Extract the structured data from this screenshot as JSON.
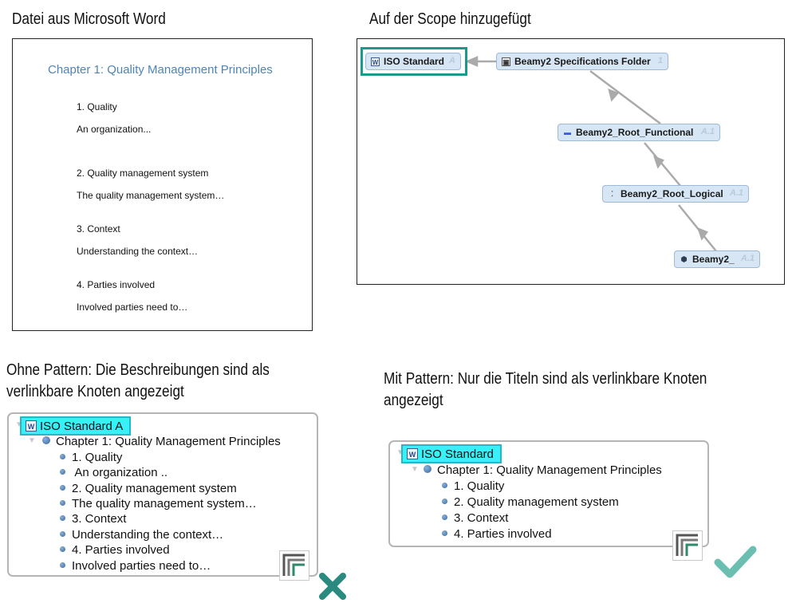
{
  "captions": {
    "word": "Datei aus Microsoft Word",
    "scope": "Auf der Scope hinzugefügt",
    "without_pattern_1": "Ohne Pattern: Die Beschreibungen sind als",
    "without_pattern_2": "verlinkbare Knoten angezeigt",
    "with_pattern_1": "Mit Pattern: Nur die Titeln sind als verlinkbare Knoten",
    "with_pattern_2": "angezeigt"
  },
  "word_doc": {
    "title": "Chapter 1: Quality Management Principles",
    "lines": [
      "1. Quality",
      "An organization...",
      "2. Quality management system",
      "The quality management system…",
      "3. Context",
      "Understanding the context…",
      "4. Parties involved",
      "Involved parties need to…"
    ]
  },
  "scope": {
    "nodes": [
      {
        "label": "ISO Standard",
        "tag": "A",
        "icon": "word-icon"
      },
      {
        "label": "Beamy2 Specifications Folder",
        "tag": "1",
        "icon": "folder-icon"
      },
      {
        "label": "Beamy2_Root_Functional",
        "tag": "A.1",
        "icon": "function-icon"
      },
      {
        "label": "Beamy2_Root_Logical",
        "tag": "A.1",
        "icon": "logical-icon"
      },
      {
        "label": "Beamy2_",
        "tag": "A.1",
        "icon": "cube-icon"
      }
    ],
    "highlight_color": "#1a9a8a",
    "edge_color": "#aaaaaa"
  },
  "tree_without": {
    "root": "ISO Standard A",
    "chapter": "Chapter 1: Quality Management Principles",
    "items": [
      "1. Quality",
      " An organization ..",
      "2. Quality management system",
      "The quality management system…",
      "3. Context",
      "Understanding the context…",
      "4. Parties involved",
      "Involved parties need to…"
    ],
    "result": "cross-icon",
    "result_color": "#2a8a80"
  },
  "tree_with": {
    "root": "ISO Standard",
    "chapter": "Chapter 1: Quality Management Principles",
    "items": [
      "1. Quality",
      "2. Quality management system",
      "3. Context",
      "4. Parties involved"
    ],
    "result": "check-icon",
    "result_color": "#6bbfb0"
  },
  "colors": {
    "root_highlight": "#38f0f7",
    "node_fill": "#d6e6f5",
    "doc_title": "#4e84b8"
  }
}
